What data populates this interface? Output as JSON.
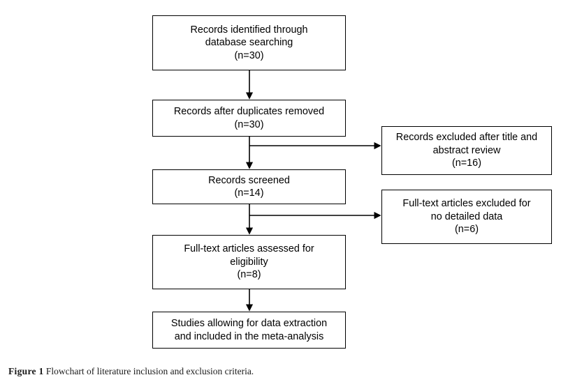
{
  "chart_data": {
    "type": "diagram",
    "diagram_kind": "prisma-flowchart",
    "title": "Flowchart of literature inclusion and exclusion criteria",
    "nodes": [
      {
        "id": "identified",
        "column": "main",
        "text": "Records identified through\ndatabase searching\n(n=30)",
        "n": 30
      },
      {
        "id": "duplicates",
        "column": "main",
        "text": "Records after duplicates removed\n(n=30)",
        "n": 30
      },
      {
        "id": "screened",
        "column": "main",
        "text": "Records screened\n(n=14)",
        "n": 14
      },
      {
        "id": "fulltext",
        "column": "main",
        "text": "Full-text articles assessed for\neligibility\n(n=8)",
        "n": 8
      },
      {
        "id": "included",
        "column": "main",
        "text": "Studies allowing for data extraction\nand included in the meta-analysis",
        "n": null
      },
      {
        "id": "excluded_abstract",
        "column": "side",
        "text": "Records excluded after title and\nabstract review\n(n=16)",
        "n": 16
      },
      {
        "id": "excluded_nodata",
        "column": "side",
        "text": "Full-text articles excluded for\nno detailed data\n(n=6)",
        "n": 6
      }
    ],
    "edges": [
      {
        "from": "identified",
        "to": "duplicates",
        "direction": "down"
      },
      {
        "from": "duplicates",
        "to": "screened",
        "direction": "down"
      },
      {
        "from": "duplicates",
        "to": "excluded_abstract",
        "direction": "right-branch"
      },
      {
        "from": "screened",
        "to": "fulltext",
        "direction": "down"
      },
      {
        "from": "screened",
        "to": "excluded_nodata",
        "direction": "right-branch"
      },
      {
        "from": "fulltext",
        "to": "included",
        "direction": "down"
      }
    ]
  },
  "boxes": {
    "identified": "Records identified through\ndatabase searching\n(n=30)",
    "duplicates": "Records after duplicates removed\n(n=30)",
    "screened": "Records screened\n(n=14)",
    "fulltext": "Full-text articles assessed for\neligibility\n(n=8)",
    "included": "Studies allowing for data extraction\nand included in the meta-analysis",
    "excluded_abstract": "Records excluded after title and\nabstract review\n(n=16)",
    "excluded_nodata": "Full-text articles excluded for\nno detailed data\n(n=6)"
  },
  "caption": {
    "label": "Figure 1",
    "text": " Flowchart of literature inclusion and exclusion criteria."
  },
  "colors": {
    "stroke": "#000000",
    "background": "#ffffff",
    "text": "#000000",
    "caption_text": "#1a1a1a"
  }
}
